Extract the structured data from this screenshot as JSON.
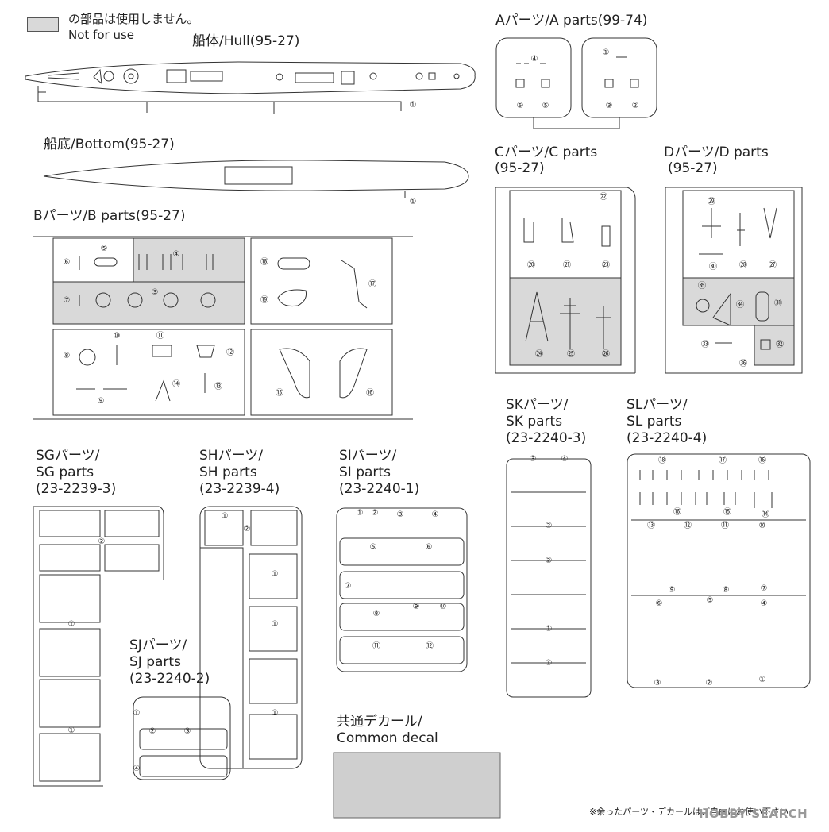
{
  "legend": {
    "jp": "の部品は使用しません。",
    "en": "Not for use",
    "color": "#d9d9d9"
  },
  "titles": {
    "hull": "船体/Hull(95-27)",
    "bottom": "船底/Bottom(95-27)",
    "a_parts": "Aパーツ/A parts(99-74)",
    "b_parts": "Bパーツ/B parts(95-27)",
    "c_parts_1": "Cパーツ/C parts",
    "c_parts_2": "(95-27)",
    "d_parts_1": "Dパーツ/D parts",
    "d_parts_2": "(95-27)",
    "sk_1": "SKパーツ/",
    "sk_2": "SK parts",
    "sk_3": "(23-2240-3)",
    "sl_1": "SLパーツ/",
    "sl_2": "SL parts",
    "sl_3": "(23-2240-4)",
    "sg_1": "SGパーツ/",
    "sg_2": "SG parts",
    "sg_3": "(23-2239-3)",
    "sh_1": "SHパーツ/",
    "sh_2": "SH parts",
    "sh_3": "(23-2239-4)",
    "si_1": "SIパーツ/",
    "si_2": "SI parts",
    "si_3": "(23-2240-1)",
    "sj_1": "SJパーツ/",
    "sj_2": "SJ parts",
    "sj_3": "(23-2240-2)",
    "decal_1": "共通デカール/",
    "decal_2": "Common decal"
  },
  "footer": "※余ったパーツ・デカールはご自由にお使い下さい",
  "watermark": "HOBBY SEARCH",
  "part_numbers": {
    "hull": [
      "①"
    ],
    "bottom": [
      "①"
    ],
    "a": [
      "①",
      "②",
      "③",
      "④",
      "⑤",
      "⑥"
    ],
    "b": [
      "⑤",
      "④",
      "⑥",
      "⑦",
      "③",
      "⑱",
      "⑰",
      "⑲",
      "⑩",
      "⑪",
      "⑧",
      "⑫",
      "⑨",
      "⑭",
      "⑬",
      "⑮",
      "⑯"
    ],
    "c": [
      "㉒",
      "⑳",
      "㉑",
      "㉓",
      "㉔",
      "㉕",
      "㉖"
    ],
    "d": [
      "㉙",
      "㉚",
      "㉘",
      "㉗",
      "㉟",
      "㉞",
      "㉛",
      "㉝",
      "㉜",
      "㊱"
    ],
    "sk": [
      "③",
      "④",
      "②",
      "②",
      "①",
      "①"
    ],
    "sl": [
      "⑱",
      "⑰",
      "⑯",
      "⑯",
      "⑮",
      "⑭",
      "⑬",
      "⑫",
      "⑪",
      "⑩",
      "⑨",
      "⑧",
      "⑦",
      "⑥",
      "⑤",
      "④",
      "③",
      "②",
      "①"
    ],
    "sg": [
      "②",
      "①",
      "①"
    ],
    "sh": [
      "①",
      "②",
      "①",
      "①",
      "①"
    ],
    "si": [
      "①",
      "②",
      "③",
      "④",
      "⑤",
      "⑥",
      "⑦",
      "⑧",
      "⑨",
      "⑩",
      "⑪",
      "⑫"
    ],
    "sj": [
      "①",
      "②",
      "③",
      "④"
    ]
  }
}
